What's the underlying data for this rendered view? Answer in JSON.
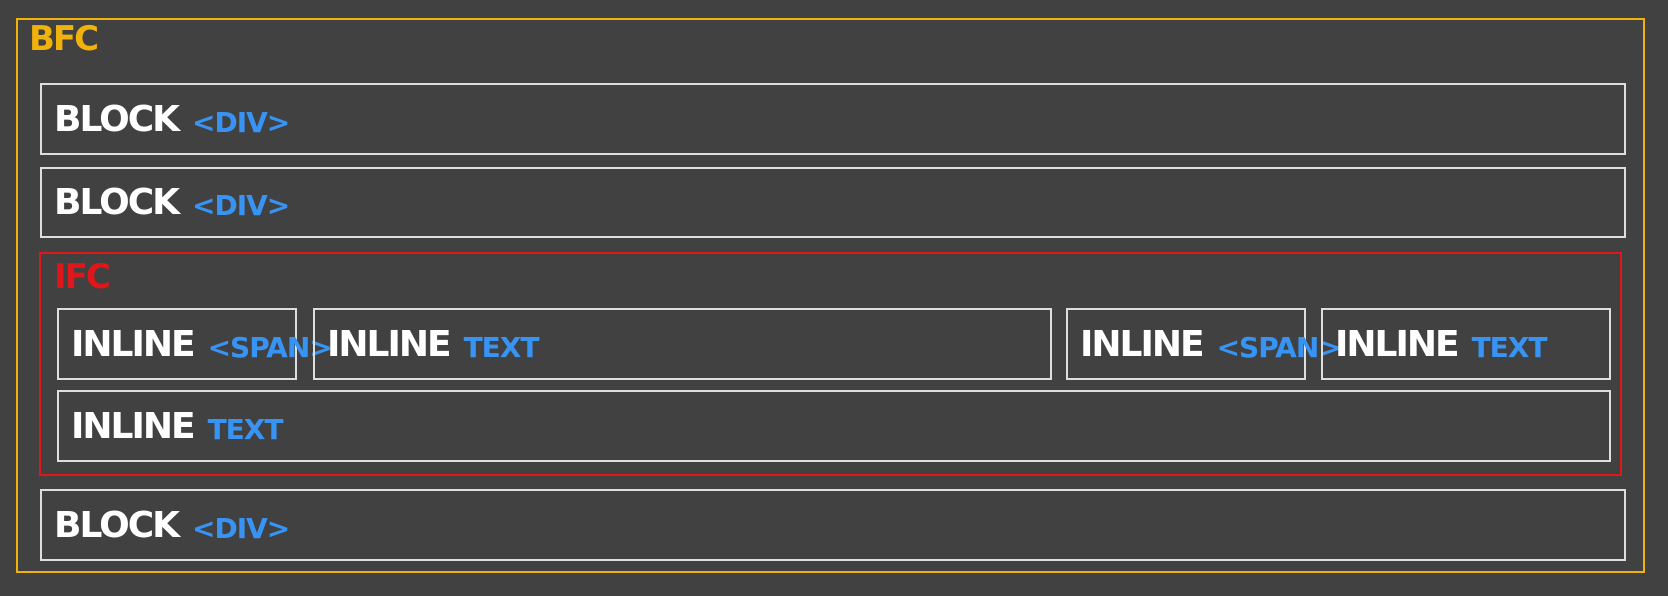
{
  "colors": {
    "background": "#414141",
    "bfc": "#f2b20c",
    "ifc": "#e0161b",
    "box_border": "#dedede",
    "keyword": "#ffffff",
    "tag": "#3794f5"
  },
  "bfc": {
    "label": "BFC"
  },
  "blocks": [
    {
      "keyword": "BLOCK",
      "tag": "<DIV>"
    },
    {
      "keyword": "BLOCK",
      "tag": "<DIV>"
    },
    {
      "keyword": "BLOCK",
      "tag": "<DIV>"
    }
  ],
  "ifc": {
    "label": "IFC",
    "inlines": [
      {
        "keyword": "INLINE",
        "tag": "<SPAN>"
      },
      {
        "keyword": "INLINE",
        "tag": "TEXT"
      },
      {
        "keyword": "INLINE",
        "tag": "<SPAN>"
      },
      {
        "keyword": "INLINE",
        "tag": "TEXT"
      },
      {
        "keyword": "INLINE",
        "tag": "TEXT"
      }
    ]
  }
}
